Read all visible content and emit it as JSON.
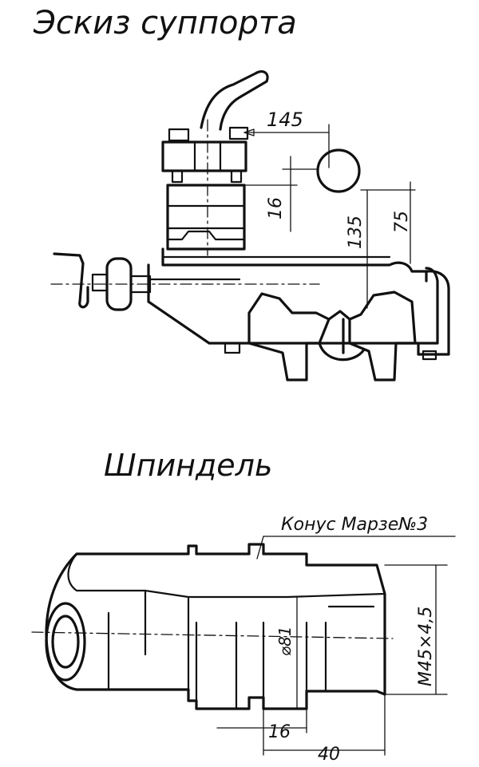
{
  "titles": {
    "support": "Эскиз суппорта",
    "spindle": "Шпиндель"
  },
  "support_dims": {
    "d145": "145",
    "d16": "16",
    "d135": "135",
    "d75": "75"
  },
  "spindle_dims": {
    "taper": "Конус Марзе№3",
    "thread": "М45×4,5",
    "diameter": "⌀81",
    "d16": "16",
    "d40": "40"
  }
}
